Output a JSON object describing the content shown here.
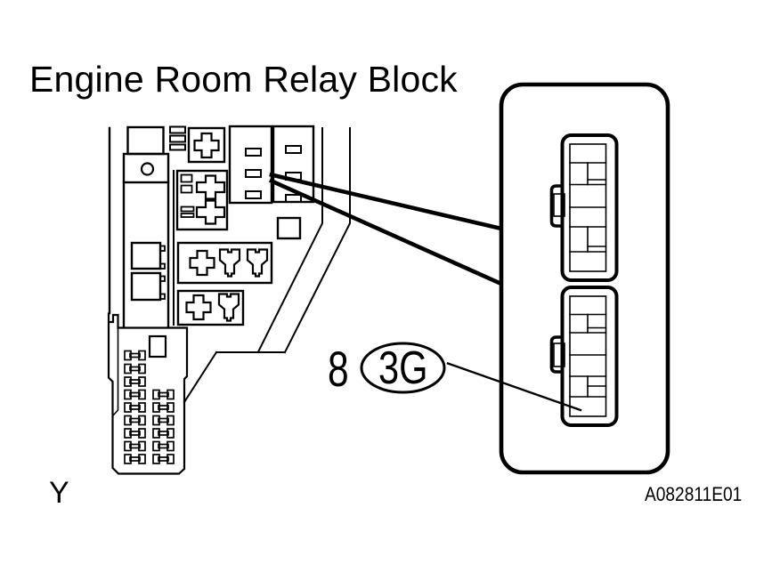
{
  "figure": {
    "title": "Engine Room Relay Block",
    "callout_number": "8",
    "callout_code": "3G",
    "page_letter": "Y",
    "figure_id": "A082811E01"
  },
  "colors": {
    "ink": "#000000",
    "paper": "#ffffff"
  }
}
